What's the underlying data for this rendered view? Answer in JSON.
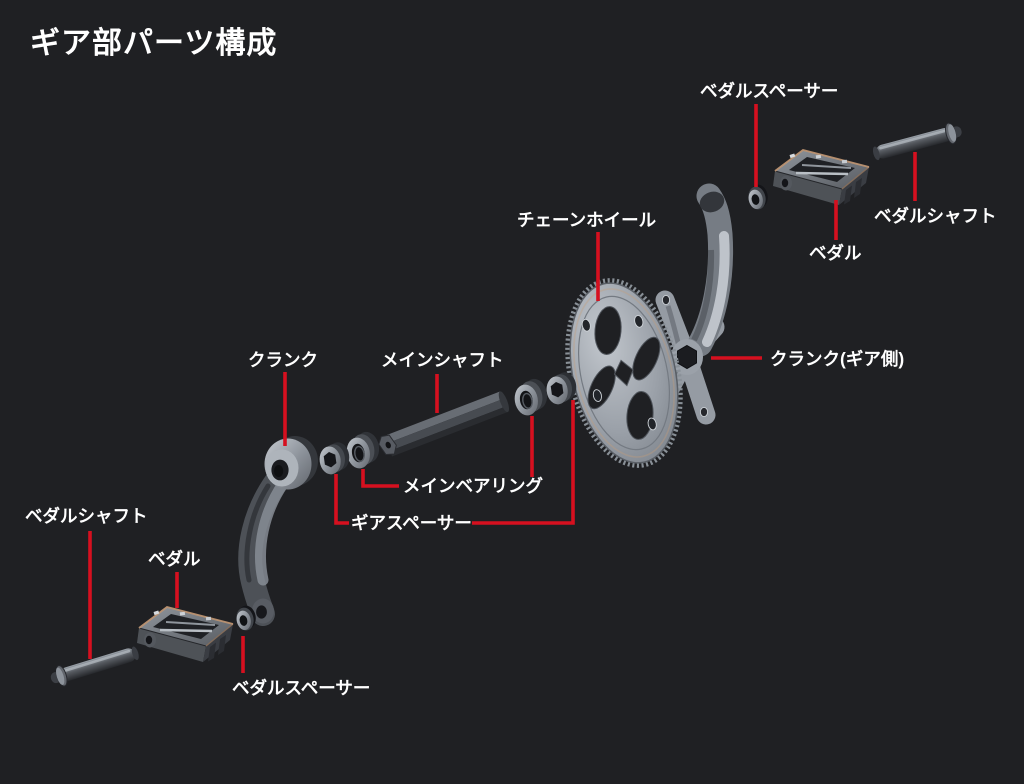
{
  "title": "ギア部パーツ構成",
  "colors": {
    "background": "#1f2023",
    "leader_line": "#d6101f",
    "label_text": "#ffffff"
  },
  "labels": {
    "pedal_spacer_top": "ベダルスペーサー",
    "pedal_shaft_right": "ベダルシャフト",
    "pedal_right": "ベダル",
    "chainwheel": "チェーンホイール",
    "crank_gear_side": "クランク(ギア側)",
    "crank_left": "クランク",
    "main_shaft": "メインシャフト",
    "main_bearing": "メインベアリング",
    "gear_spacer": "ギアスペーサー",
    "pedal_shaft_left": "ベダルシャフト",
    "pedal_left": "ベダル",
    "pedal_spacer_bottom": "ベダルスペーサー"
  }
}
